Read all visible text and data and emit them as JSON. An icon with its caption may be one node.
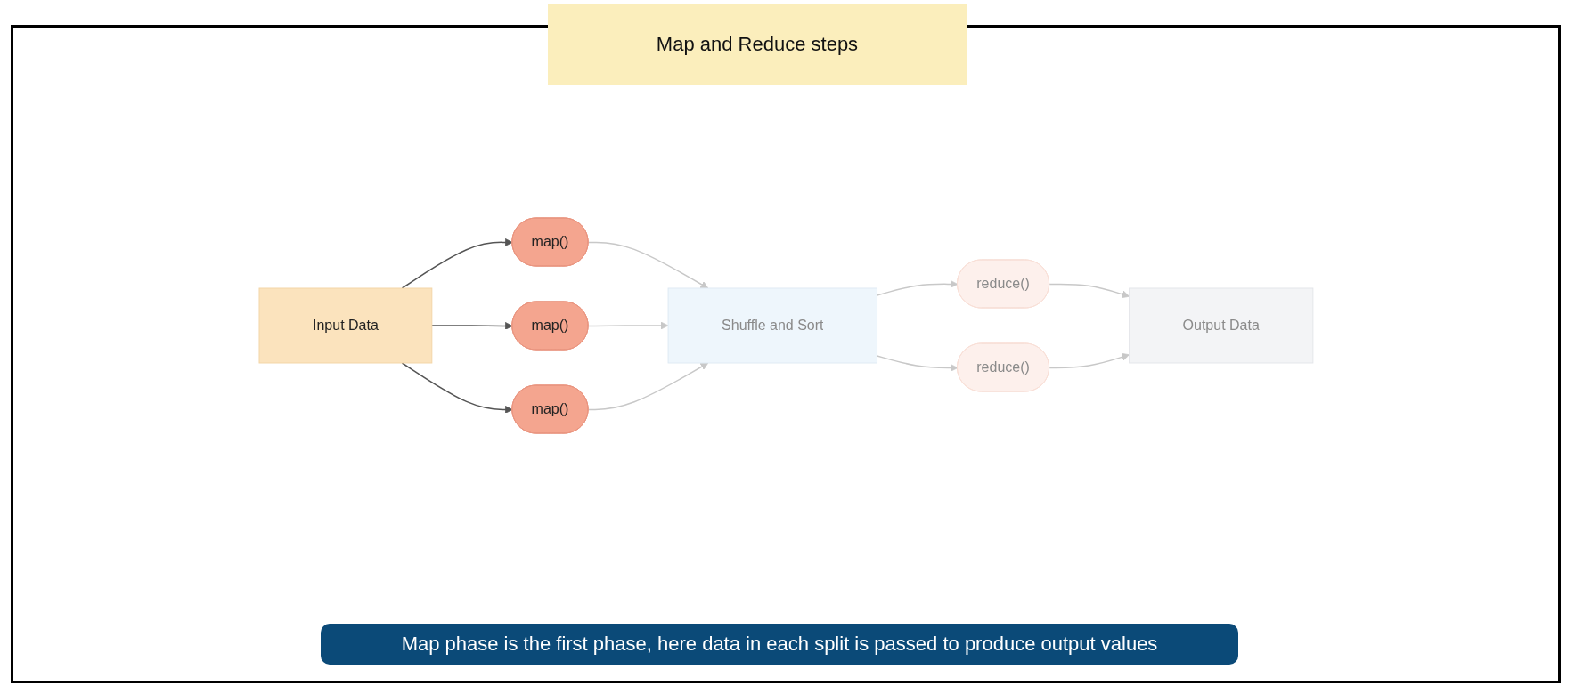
{
  "diagram": {
    "title": "Map and Reduce steps",
    "caption": "Map phase is the first phase, here data in each split is passed to produce output values",
    "nodes": [
      {
        "text": [
          "Input Data"
        ]
      },
      {
        "text": [
          "map()"
        ]
      },
      {
        "text": [
          "map()"
        ]
      },
      {
        "text": [
          "map()"
        ]
      },
      {
        "text": [
          "Shuffle and Sort"
        ]
      },
      {
        "text": [
          "reduce()"
        ]
      },
      {
        "text": [
          "reduce()"
        ]
      },
      {
        "text": [
          "Output Data"
        ]
      }
    ],
    "edges": [
      {
        "from": 0,
        "to": 1,
        "arrow": "to",
        "color": "#555555"
      },
      {
        "from": 0,
        "to": 2,
        "arrow": "to",
        "color": "#555555"
      },
      {
        "from": 0,
        "to": 3,
        "arrow": "to",
        "color": "#555555"
      },
      {
        "from": 1,
        "to": 4,
        "arrow": "to"
      },
      {
        "from": 2,
        "to": 4,
        "arrow": "to"
      },
      {
        "from": 3,
        "to": 4,
        "arrow": "to"
      },
      {
        "from": 4,
        "to": 5,
        "arrow": "to"
      },
      {
        "from": 4,
        "to": 6,
        "arrow": "to"
      },
      {
        "from": 5,
        "to": 7,
        "arrow": "to"
      },
      {
        "from": 6,
        "to": 7,
        "arrow": "to"
      }
    ]
  }
}
